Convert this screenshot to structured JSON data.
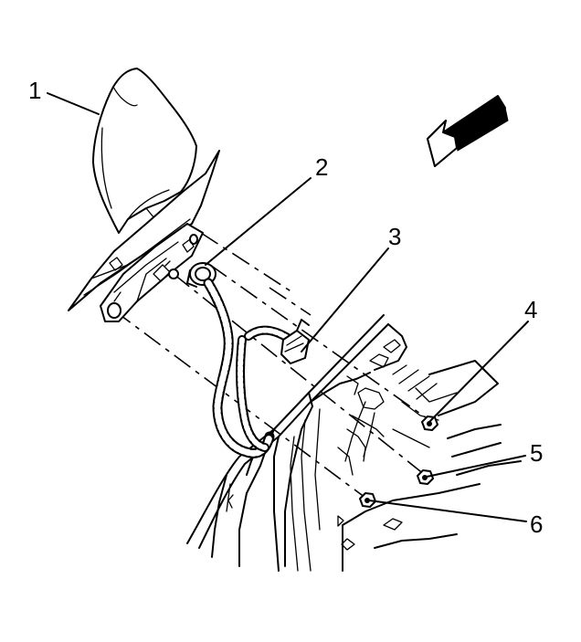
{
  "callouts": [
    {
      "id": "1",
      "label": "1"
    },
    {
      "id": "2",
      "label": "2"
    },
    {
      "id": "3",
      "label": "3"
    },
    {
      "id": "4",
      "label": "4"
    },
    {
      "id": "5",
      "label": "5"
    },
    {
      "id": "6",
      "label": "6"
    }
  ],
  "icons": {
    "direction_arrow": "forward-direction-arrow-icon"
  },
  "colors": {
    "line": "#000000",
    "background": "#ffffff"
  }
}
